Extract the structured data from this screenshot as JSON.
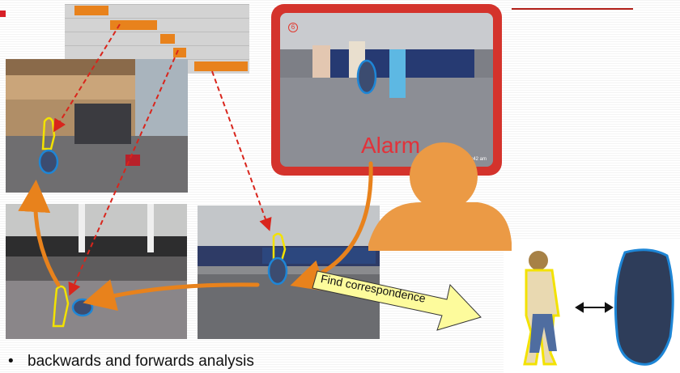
{
  "bullet": {
    "marker": "•",
    "text": "backwards and forwards analysis"
  },
  "alarm": {
    "label": "Alarm",
    "time": "12:42 am",
    "camera_number": "6"
  },
  "arrow_label": "Find correspondence",
  "colors": {
    "orange": "#e8821c",
    "alarm_red": "#d4332c",
    "dash_red": "#d9251c",
    "person_outline": "#f3e200",
    "bag_outline": "#1e86d6",
    "arrow_fill": "#fdfb9c"
  },
  "icons": {
    "operator": "person-silhouette-icon",
    "double_arrow": "double-arrow-icon"
  }
}
